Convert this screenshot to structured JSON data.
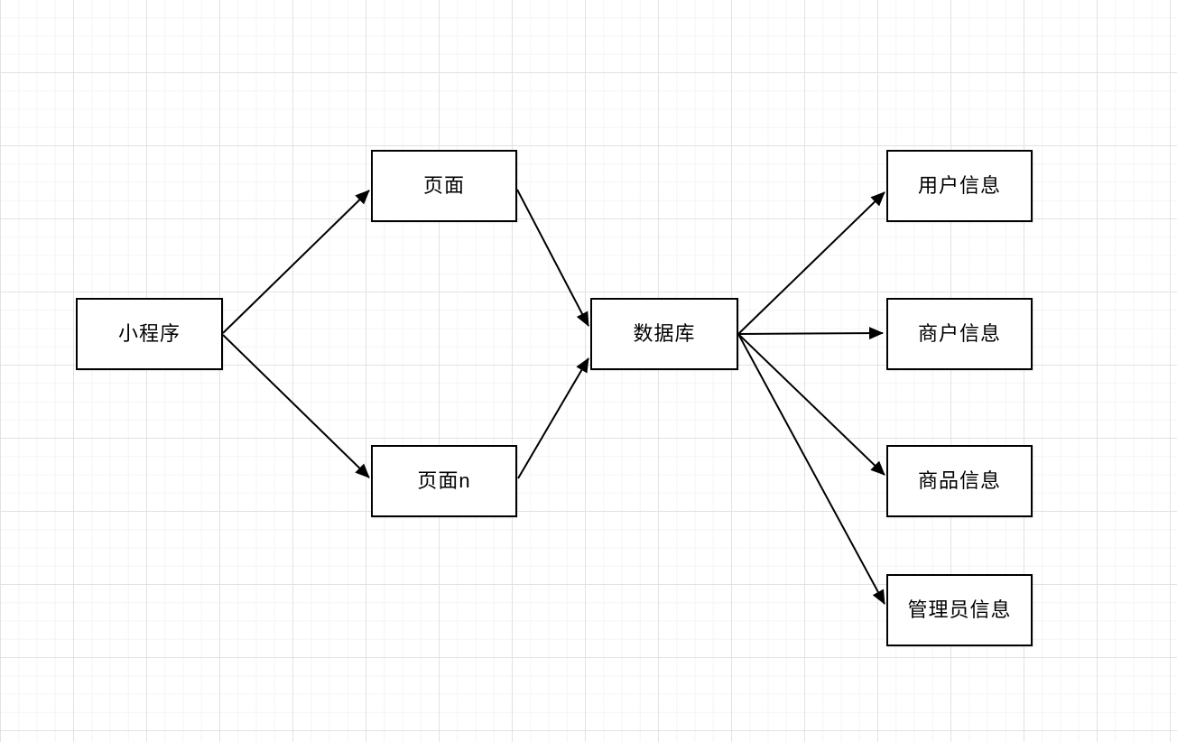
{
  "diagram": {
    "title": "mini-program data flow diagram",
    "style": {
      "node_fill": "#ffffff",
      "node_stroke": "#000000",
      "text_color": "#000000",
      "edge_color": "#000000",
      "grid_minor_color": "#f4f4f4",
      "grid_major_color": "#e2e2e2"
    },
    "nodes": [
      {
        "id": "miniprogram",
        "label": "小程序"
      },
      {
        "id": "page",
        "label": "页面"
      },
      {
        "id": "page-n",
        "label": "页面n"
      },
      {
        "id": "database",
        "label": "数据库"
      },
      {
        "id": "user-info",
        "label": "用户信息"
      },
      {
        "id": "merchant-info",
        "label": "商户信息"
      },
      {
        "id": "product-info",
        "label": "商品信息"
      },
      {
        "id": "admin-info",
        "label": "管理员信息"
      }
    ],
    "edges": [
      {
        "from": "miniprogram",
        "to": "page"
      },
      {
        "from": "miniprogram",
        "to": "page-n"
      },
      {
        "from": "page",
        "to": "database"
      },
      {
        "from": "page-n",
        "to": "database"
      },
      {
        "from": "database",
        "to": "user-info"
      },
      {
        "from": "database",
        "to": "merchant-info"
      },
      {
        "from": "database",
        "to": "product-info"
      },
      {
        "from": "database",
        "to": "admin-info"
      }
    ]
  }
}
